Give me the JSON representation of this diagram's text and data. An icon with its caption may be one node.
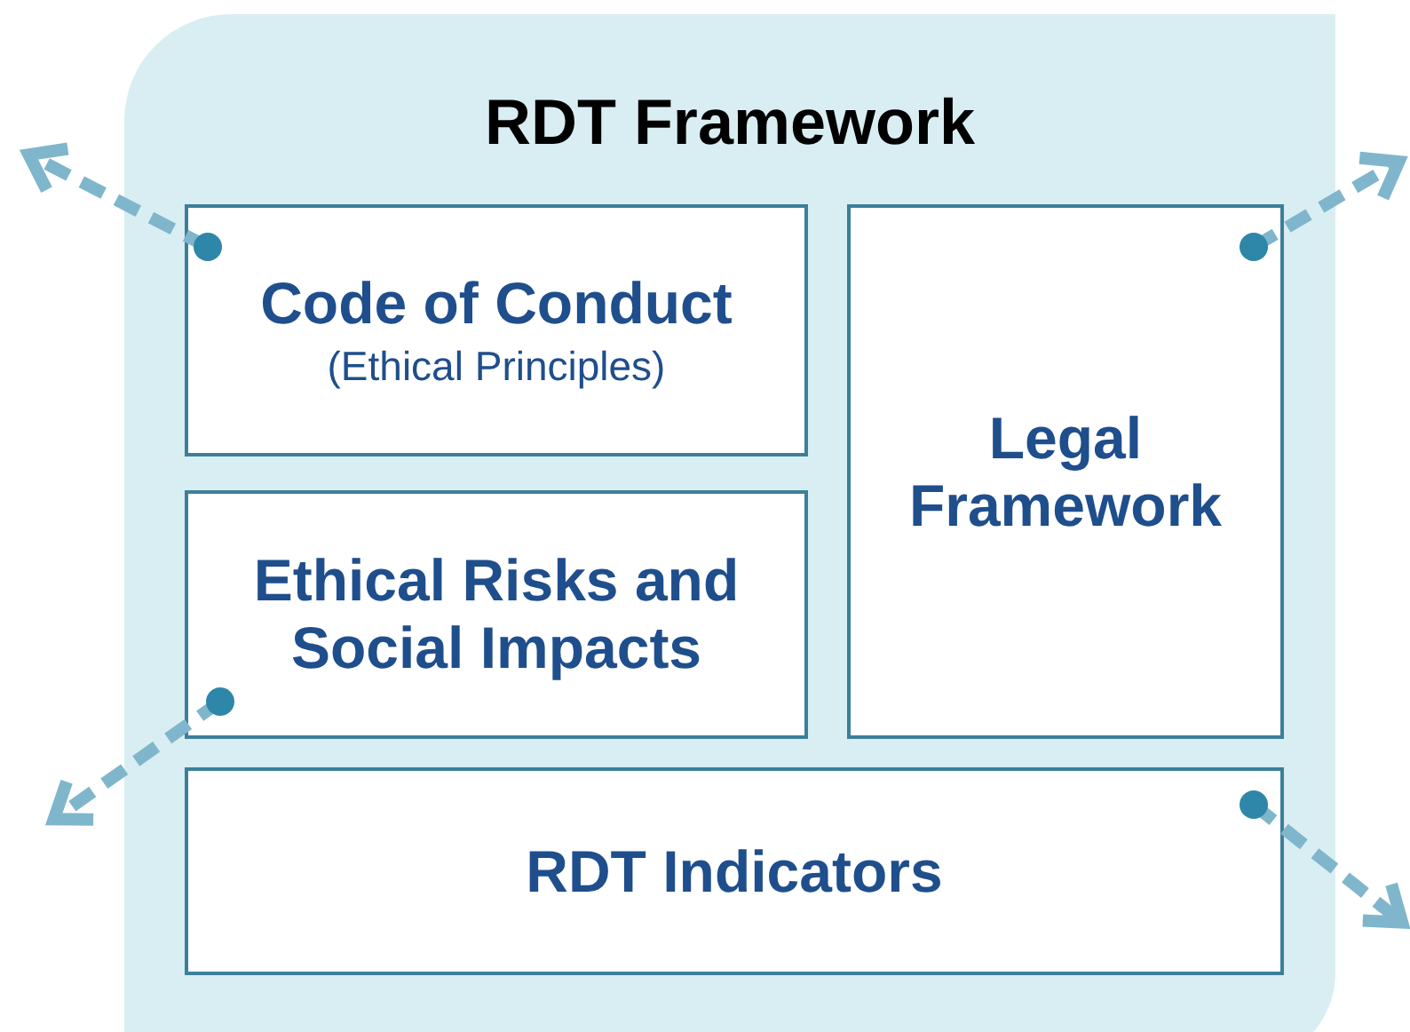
{
  "diagram": {
    "nodes": [
      {
        "text": [
          "RDT Framework"
        ]
      },
      {
        "text": [
          "Code of Conduct",
          "(Ethical Principles)"
        ],
        "in": 0
      },
      {
        "text": [
          "Legal Framework"
        ],
        "in": 0
      },
      {
        "text": [
          "Ethical Risks and Social Impacts"
        ],
        "in": 0
      },
      {
        "text": [
          "RDT Indicators"
        ],
        "in": 0
      }
    ],
    "edges": [
      {
        "from": 1,
        "to": null,
        "arrow": "to",
        "style": "dashed"
      },
      {
        "from": 2,
        "to": null,
        "arrow": "to",
        "style": "dashed"
      },
      {
        "from": 3,
        "to": null,
        "arrow": "to",
        "style": "dashed"
      },
      {
        "from": 4,
        "to": null,
        "arrow": "to",
        "style": "dashed"
      }
    ]
  }
}
